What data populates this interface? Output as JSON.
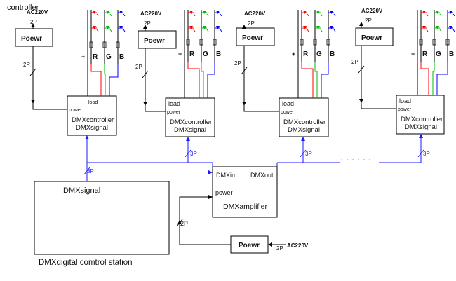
{
  "title": "controller",
  "colors": {
    "wire": "#000000",
    "signal": "#1a1aff",
    "red": "#ff0000",
    "green": "#00bb00",
    "blue": "#0000ff"
  },
  "units": [
    {
      "ac": "AC220V",
      "supply_2p": "2P",
      "power_box": "Poewr",
      "power_2p": "2P",
      "plus": "+",
      "channels": [
        "R",
        "G",
        "B"
      ],
      "controller": {
        "load": "load",
        "power": "power",
        "line1": "DMXcontroller",
        "line2": "DMXsignal"
      }
    },
    {
      "ac": "AC220V",
      "supply_2p": "2P",
      "power_box": "Poewr",
      "power_2p": "2P",
      "plus": "+",
      "channels": [
        "R",
        "G",
        "B"
      ],
      "controller": {
        "load": "load",
        "power": "power",
        "line1": "DMXcontroller",
        "line2": "DMXsignal",
        "signal_3p": "3P"
      }
    },
    {
      "ac": "AC220V",
      "supply_2p": "2P",
      "power_box": "Poewr",
      "power_2p": "2P",
      "plus": "+",
      "channels": [
        "R",
        "G",
        "B"
      ],
      "controller": {
        "load": "load",
        "power": "power",
        "line1": "DMXcontroller",
        "line2": "DMXsignal",
        "signal_3p": "3P"
      }
    },
    {
      "ac": "AC220V",
      "supply_2p": "2P",
      "power_box": "Poewr",
      "power_2p": "2P",
      "plus": "+",
      "channels": [
        "R",
        "G",
        "B"
      ],
      "controller": {
        "load": "load",
        "power": "power",
        "line1": "DMXcontroller",
        "line2": "DMXsignal",
        "signal_3p": "3P"
      }
    }
  ],
  "station": {
    "box_label": "DMXsignal",
    "caption": "DMXdigital comtrol station",
    "cable_3p": "3P"
  },
  "amplifier": {
    "dmx_in": "DMXin",
    "dmx_out": "DMXout",
    "power": "power",
    "label": "DMXamplifier",
    "cable_2p": "2P"
  },
  "amp_power": {
    "box": "Poewr",
    "supply_2p": "2P",
    "ac": "AC220V"
  },
  "dots": "· · · · · ·"
}
